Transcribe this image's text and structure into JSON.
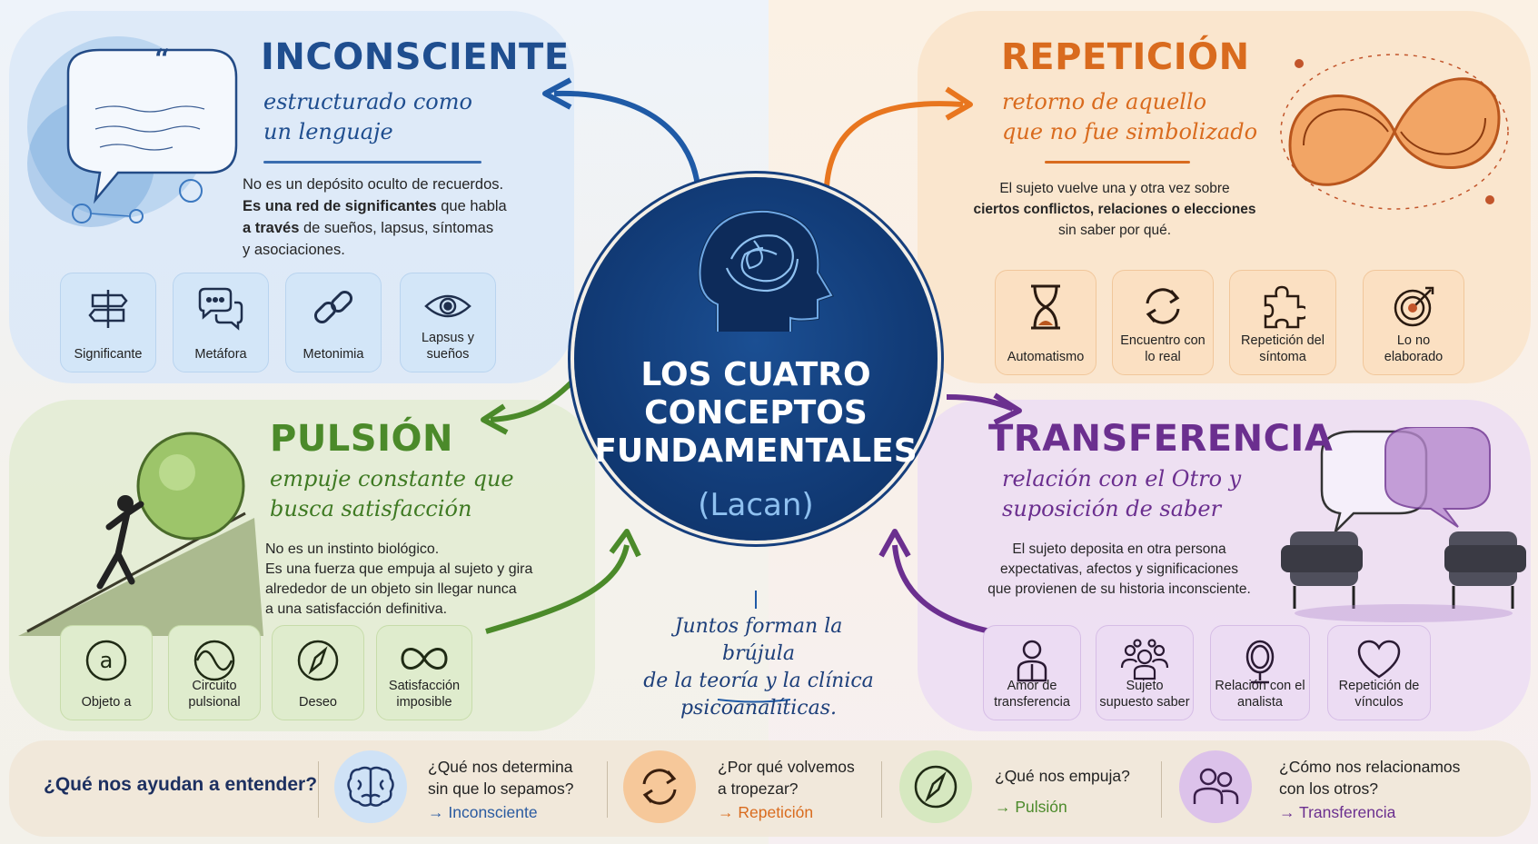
{
  "center": {
    "title_lines": [
      "LOS CUATRO",
      "CONCEPTOS",
      "FUNDAMENTALES"
    ],
    "author": "(Lacan)",
    "together": [
      "Juntos forman la brújula",
      "de la teoría y la clínica",
      "psicoanalíticas."
    ]
  },
  "inconsciente": {
    "title": "INCONSCIENTE",
    "subtitle": [
      "estructurado como",
      "un lenguaje"
    ],
    "desc_1": "No es un depósito oculto de recuerdos.",
    "desc_2_bold": "Es una red de significantes",
    "desc_2_rest": " que habla",
    "desc_3_bold": "a través",
    "desc_3_rest": " de sueños, lapsus, síntomas",
    "desc_4": "y asociaciones.",
    "color": "#1f4e8f",
    "cards": [
      "Significante",
      "Metáfora",
      "Metonimia",
      "Lapsus y sueños"
    ]
  },
  "repeticion": {
    "title": "REPETICIÓN",
    "subtitle": [
      "retorno de aquello",
      "que no fue simbolizado"
    ],
    "desc": [
      "El sujeto vuelve una y otra vez sobre",
      "ciertos conflictos, relaciones o elecciones",
      "sin saber por qué."
    ],
    "color": "#d96b1e",
    "cards": [
      "Automatismo",
      "Encuentro con lo real",
      "Repetición del síntoma",
      "Lo no elaborado"
    ]
  },
  "pulsion": {
    "title": "PULSIÓN",
    "subtitle": [
      "empuje constante que",
      "busca satisfacción"
    ],
    "desc": [
      "No es un instinto biológico.",
      "Es una fuerza que empuja al sujeto y gira",
      "alrededor de un objeto sin llegar nunca",
      "a una satisfacción definitiva."
    ],
    "color": "#4b8a2a",
    "cards": [
      "Objeto a",
      "Circuito pulsional",
      "Deseo",
      "Satisfacción imposible"
    ]
  },
  "transferencia": {
    "title": "TRANSFERENCIA",
    "subtitle": [
      "relación con el Otro y",
      "suposición de saber"
    ],
    "desc": [
      "El sujeto deposita en otra persona",
      "expectativas, afectos y significaciones",
      "que provienen de su historia inconsciente."
    ],
    "color": "#6b2f8f",
    "cards": [
      "Amor de transferencia",
      "Sujeto supuesto saber",
      "Relación con el analista",
      "Repetición de vínculos"
    ]
  },
  "bottom": {
    "question": "¿Qué nos ayudan a entender?",
    "items": [
      {
        "q": [
          "¿Qué nos determina",
          "sin que lo sepamos?"
        ],
        "a": "→ Inconsciente",
        "icon": "brain-icon",
        "color": "#2a5aa0"
      },
      {
        "q": [
          "¿Por qué volvemos",
          "a tropezar?"
        ],
        "a": "→ Repetición",
        "icon": "cycle-icon",
        "color": "#d96b1e"
      },
      {
        "q": [
          "¿Qué nos empuja?"
        ],
        "a": "→ Pulsión",
        "icon": "compass-icon",
        "color": "#4b8a2a"
      },
      {
        "q": [
          "¿Cómo nos relacionamos",
          "con los otros?"
        ],
        "a": "→ Transferencia",
        "icon": "people-icon",
        "color": "#6b2f8f"
      }
    ]
  }
}
